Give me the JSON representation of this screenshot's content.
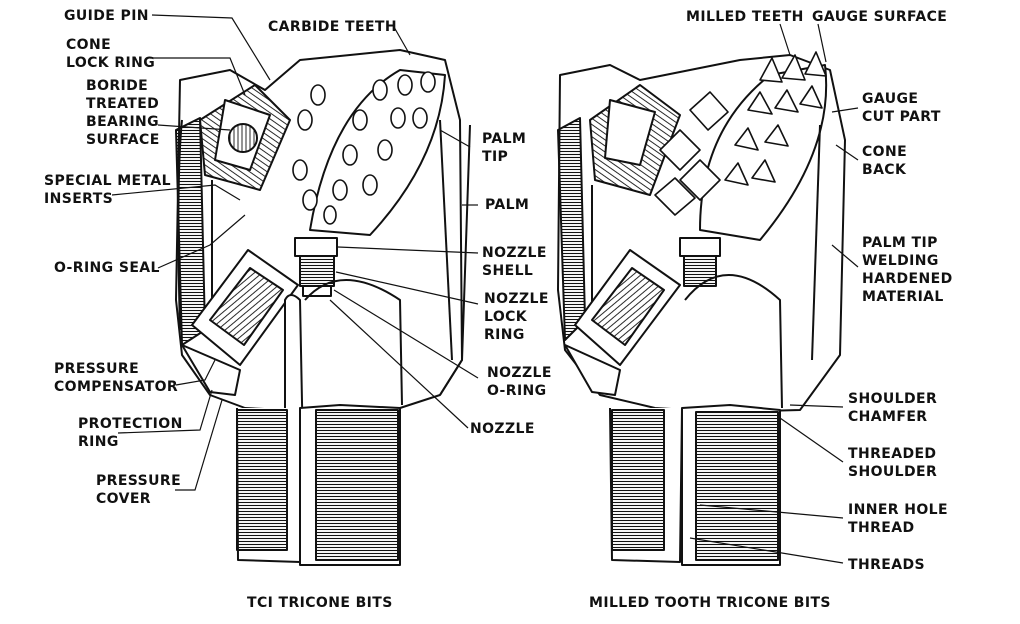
{
  "labels": {
    "guide_pin": "GUIDE PIN",
    "cone_lock_ring": "CONE\nLOCK RING",
    "boride": "BORIDE\nTREATED\nBEARING\nSURFACE",
    "special_metal": "SPECIAL METAL\nINSERTS",
    "oring_seal": "O-RING SEAL",
    "pressure_comp": "PRESSURE\nCOMPENSATOR",
    "protection_ring": "PROTECTION\nRING",
    "pressure_cover": "PRESSURE\nCOVER",
    "carbide_teeth": "CARBIDE TEETH",
    "palm_tip": "PALM\nTIP",
    "palm": "PALM",
    "nozzle_shell": "NOZZLE\nSHELL",
    "nozzle_lock_ring": "NOZZLE\nLOCK\nRING",
    "nozzle_oring": "NOZZLE\nO-RING",
    "nozzle": "NOZZLE",
    "milled_teeth": "MILLED TEETH",
    "gauge_surface": "GAUGE SURFACE",
    "gauge_cut_part": "GAUGE\nCUT PART",
    "cone_back": "CONE\nBACK",
    "palm_tip_welding": "PALM TIP\nWELDING\nHARDENED\nMATERIAL",
    "shoulder_chamfer": "SHOULDER\nCHAMFER",
    "threaded_shoulder": "THREADED\nSHOULDER",
    "inner_hole_thread": "INNER HOLE\nTHREAD",
    "threads": "THREADS"
  },
  "captions": {
    "left": "TCI TRICONE BITS",
    "right": "MILLED TOOTH TRICONE BITS"
  },
  "colors": {
    "ink": "#111111",
    "paper": "#ffffff"
  }
}
